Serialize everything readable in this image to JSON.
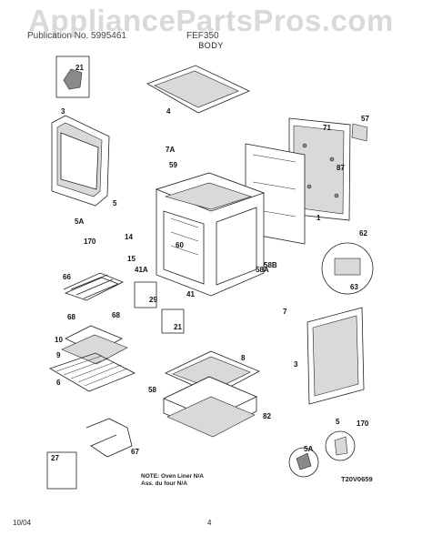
{
  "watermark": "AppliancePartsPros.com",
  "header": {
    "brand": "Publication No. 5995461",
    "model": "FEF350",
    "section": "BODY"
  },
  "note": {
    "line1": "NOTE: Oven Liner N/A",
    "line2": "Ass. du four N/A"
  },
  "drawing_code": "T20V0659",
  "footer": {
    "date": "10/04",
    "page": "4"
  },
  "labels": {
    "l21a": "21",
    "l3a": "3",
    "l4": "4",
    "l71": "71",
    "l57": "57",
    "l7a": "7A",
    "l59": "59",
    "l87": "87",
    "l5a": "5",
    "l5aa": "5A",
    "l170a": "170",
    "l1": "1",
    "l14": "14",
    "l60": "60",
    "l15": "15",
    "l62": "62",
    "l41a": "41A",
    "l58a": "58A",
    "l58b": "58B",
    "l66": "66",
    "l29": "29",
    "l63": "63",
    "l41": "41",
    "l7": "7",
    "l68a": "68",
    "l68b": "68",
    "l21b": "21",
    "l10": "10",
    "l9": "9",
    "l8": "8",
    "l3b": "3",
    "l6": "6",
    "l58": "58",
    "l82": "82",
    "l5b": "5",
    "l170b": "170",
    "l27": "27",
    "l67": "67",
    "l5ab": "5A"
  }
}
